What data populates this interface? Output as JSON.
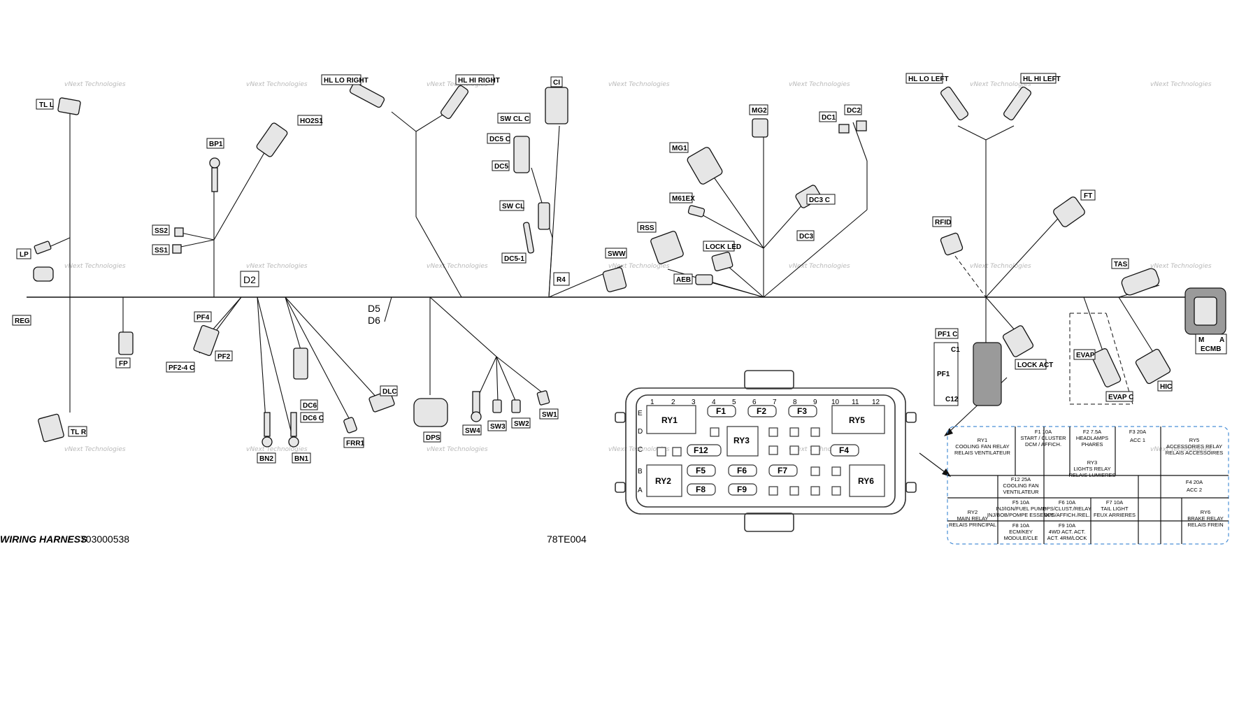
{
  "labels": {
    "tl_l": "TL L",
    "lp": "LP",
    "reg": "REG",
    "fp": "FP",
    "tl_r": "TL R",
    "bp1": "BP1",
    "ss2": "SS2",
    "ss1": "SS1",
    "pf4": "PF4",
    "pf2": "PF2",
    "pf2_4_c": "PF2-4 C",
    "ho2s1": "HO2S1",
    "hl_lo_right": "HL LO RIGHT",
    "hl_hi_right": "HL HI RIGHT",
    "d2": "D2",
    "d5": "D5",
    "d6": "D6",
    "dc6": "DC6",
    "dc6_c": "DC6 C",
    "bn2": "BN2",
    "bn1": "BN1",
    "frr1": "FRR1",
    "dlc": "DLC",
    "dps": "DPS",
    "sw4": "SW4",
    "sw3": "SW3",
    "sw2": "SW2",
    "sw1": "SW1",
    "ci": "CI",
    "sw_cl_c": "SW CL C",
    "dc5_c": "DC5 C",
    "dc5": "DC5",
    "sw_cl": "SW CL",
    "dc5_1": "DC5-1",
    "r4": "R4",
    "sww": "SWW",
    "mg2": "MG2",
    "mg1": "MG1",
    "m61ex": "M61EX",
    "rss": "RSS",
    "lock_led": "LOCK LED",
    "aeb": "AEB",
    "dc1": "DC1",
    "dc2": "DC2",
    "dc3_c": "DC3 C",
    "dc3": "DC3",
    "hl_lo_left": "HL LO LEFT",
    "hl_hi_left": "HL HI LEFT",
    "ft": "FT",
    "rfid": "RFID",
    "tas": "TAS",
    "pf1_c": "PF1 C",
    "pf1": "PF1",
    "c1": "C1",
    "c12": "C12",
    "lock_act": "LOCK ACT",
    "evap": "EVAP",
    "evap_c": "EVAP C",
    "hic": "HIC",
    "m": "M",
    "a": "A",
    "ecmb": "ECMB"
  },
  "watermark": "vNext Technologies",
  "fuse_box": {
    "columns": [
      "1",
      "2",
      "3",
      "4",
      "5",
      "6",
      "7",
      "8",
      "9",
      "10",
      "11",
      "12"
    ],
    "rows": [
      "E",
      "D",
      "C",
      "B",
      "A"
    ],
    "relays": {
      "ry1": "RY1",
      "ry2": "RY2",
      "ry3": "RY3",
      "ry5": "RY5",
      "ry6": "RY6"
    },
    "fuses": {
      "f1": "F1",
      "f2": "F2",
      "f3": "F3",
      "f4": "F4",
      "f5": "F5",
      "f6": "F6",
      "f7": "F7",
      "f8": "F8",
      "f9": "F9",
      "f12": "F12"
    }
  },
  "legend": {
    "ry1": [
      "RY1",
      "COOLING FAN RELAY",
      "RELAIS VENTILATEUR"
    ],
    "f1": [
      "F1    10A",
      "START / CLUSTER",
      "DCM / AFFICH."
    ],
    "f2": [
      "F2    7.5A",
      "HEADLAMPS",
      "PHARES"
    ],
    "f3": [
      "F3    20A",
      "ACC 1"
    ],
    "ry5": [
      "RY5",
      "ACCESSORIES RELAY",
      "RELAIS ACCESSOIRES"
    ],
    "ry3": [
      "RY3",
      "LIGHTS RELAY",
      "RELAIS LUMIERES"
    ],
    "f12": [
      "F12    25A",
      "COOLING FAN",
      "VENTILATEUR"
    ],
    "f4": [
      "F4    20A",
      "ACC 2"
    ],
    "ry2": [
      "RY2",
      "MAIN RELAY",
      "RELAIS PRINCIPAL"
    ],
    "f5": [
      "F5    10A",
      "INJ/IGN/FUEL PUMP",
      "INJ/BOB/POMPE ESSENCE"
    ],
    "f6": [
      "F6    10A",
      "DPS/CLUST./RELAY",
      "DPS/AFFICH./REL."
    ],
    "f7": [
      "F7    10A",
      "TAIL LIGHT",
      "FEUX ARRIERES"
    ],
    "ry6": [
      "RY6",
      "BRAKE RELAY",
      "RELAIS FREIN"
    ],
    "f8": [
      "F8    10A",
      "ECM/KEY",
      "MODULE/CLE"
    ],
    "f9": [
      "F9    10A",
      "4WD ACT. ACT.",
      "ACT. 4RM/LOCK"
    ]
  },
  "footer": {
    "title": "WIRING HARNESS",
    "colon": ":",
    "part_number": "703000538",
    "drawing_code": "78TE004"
  }
}
